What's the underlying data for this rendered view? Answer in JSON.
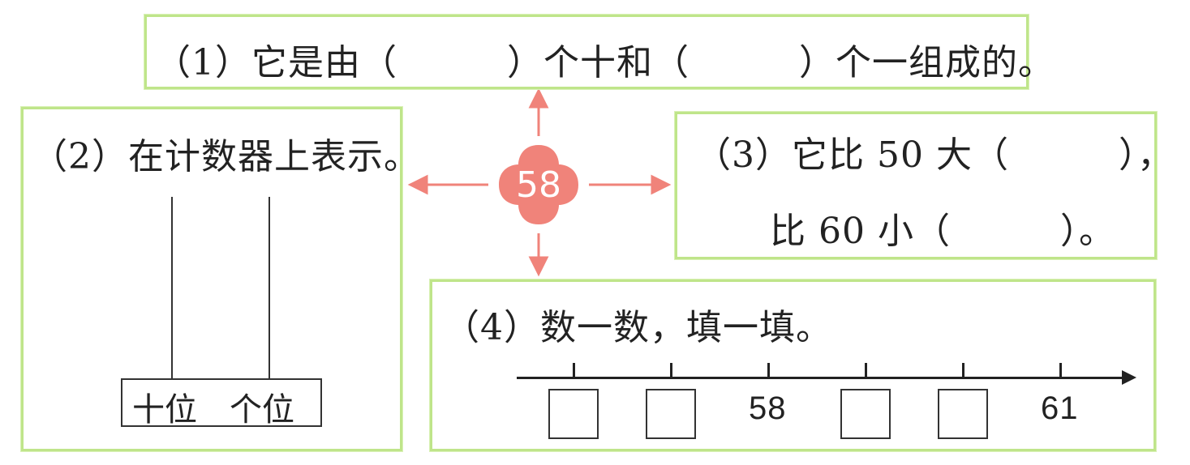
{
  "center_number": "58",
  "colors": {
    "box_border": "#bfe58a",
    "accent": "#f0837a"
  },
  "q1": {
    "text": "（1）它是由（　　　）个十和（　　　）个一组成的。"
  },
  "q2": {
    "text": "（2）在计数器上表示。",
    "label_tens": "十位",
    "label_ones": "个位"
  },
  "q3": {
    "line1": "（3）它比 50 大（　　　），",
    "line2": "比 60 小（　　　）。"
  },
  "q4": {
    "text": "（4）数一数，填一填。",
    "number_line": [
      "",
      "",
      "58",
      "",
      "",
      "61"
    ]
  }
}
